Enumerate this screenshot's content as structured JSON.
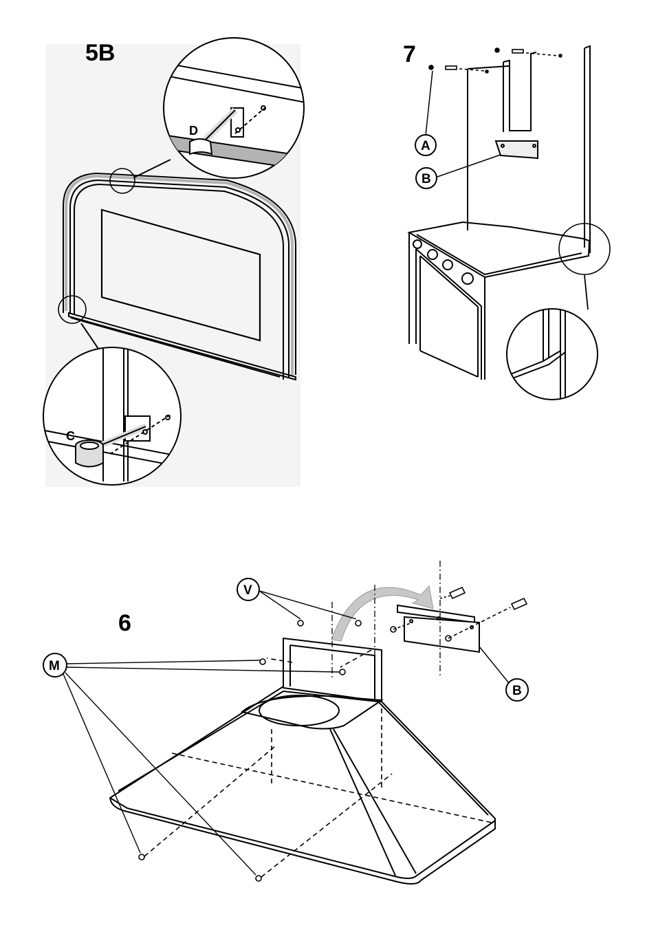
{
  "figures": {
    "fig5b": {
      "number": "5B",
      "labels": {
        "d": "D",
        "c": "C"
      }
    },
    "fig7": {
      "number": "7",
      "labels": {
        "a": "A",
        "b": "B"
      }
    },
    "fig6": {
      "number": "6",
      "labels": {
        "v": "V",
        "m": "M",
        "b": "B"
      }
    }
  },
  "colors": {
    "ink": "#000000",
    "shade": "#b3b3b3",
    "panel": "#f4f4f4",
    "arrow": "#c8c8c8"
  }
}
